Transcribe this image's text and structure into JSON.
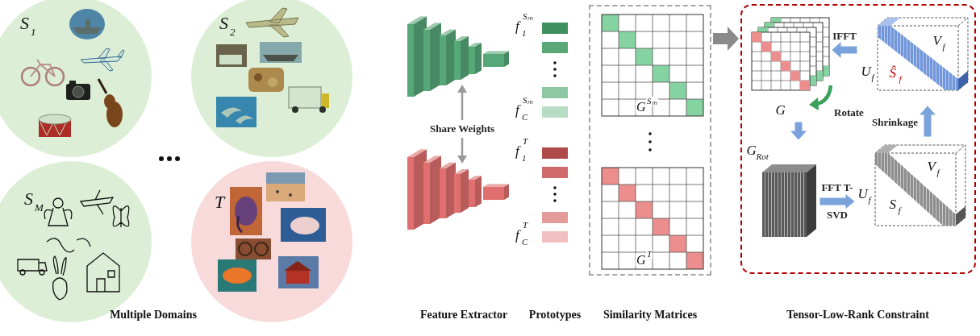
{
  "diagram": {
    "nodes": [
      {
        "text": [
          "S",
          "1"
        ]
      },
      {
        "text": [
          "S",
          "2"
        ]
      },
      {
        "text": [
          "S",
          "M"
        ]
      },
      {
        "text": [
          "T"
        ]
      },
      {
        "text": [
          "Similarity Matrices"
        ]
      },
      {
        "text": [
          "Tensor-Low-Rank Constraint"
        ]
      },
      {
        "text": [
          "G"
        ],
        "in": 5
      },
      {
        "text": [
          "G",
          "Rot"
        ],
        "in": 5
      },
      {
        "text": [
          "U",
          "f",
          "S",
          "f",
          "V",
          "f"
        ],
        "in": 5
      },
      {
        "text": [
          "U",
          "f",
          "Ŝ",
          "f",
          "V",
          "f"
        ],
        "in": 5
      }
    ],
    "edges": [
      {
        "from": 4,
        "to": 5,
        "arrow": "to"
      },
      {
        "from": 6,
        "to": 7,
        "arrow": "to"
      },
      {
        "from": 7,
        "to": 8,
        "arrow": "to",
        "label": "FFT T-SVD"
      },
      {
        "from": 8,
        "to": 9,
        "arrow": "to",
        "label": "Shrinkage"
      },
      {
        "from": 9,
        "to": 6,
        "arrow": "to",
        "label": "IFFT"
      }
    ],
    "labels": [
      "Share Weights",
      "Multiple Domains",
      "Feature Extractor",
      "Prototypes",
      "f",
      "1",
      "Sₘ",
      "f",
      "C",
      "Sₘ",
      "f",
      "1",
      "T",
      "f",
      "C",
      "T",
      "G",
      "Sₘ",
      "G",
      "T",
      "Rotate"
    ]
  }
}
